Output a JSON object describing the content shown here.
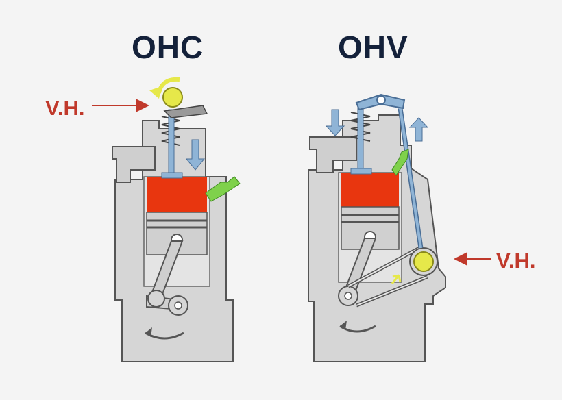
{
  "labels": {
    "ohc_title": "OHC",
    "ohv_title": "OHV",
    "ohc_valve_label": "V.H.",
    "ohv_valve_label": "V.H."
  },
  "colors": {
    "title": "#14213a",
    "annotation": "#c0392b",
    "engine_body": "#d6d6d6",
    "outline": "#555555",
    "combustion": "#e8360f",
    "valve_train": "#8fb4d6",
    "cam": "#e6e84a",
    "intake_exhaust_arrow": "#7fd14b"
  }
}
